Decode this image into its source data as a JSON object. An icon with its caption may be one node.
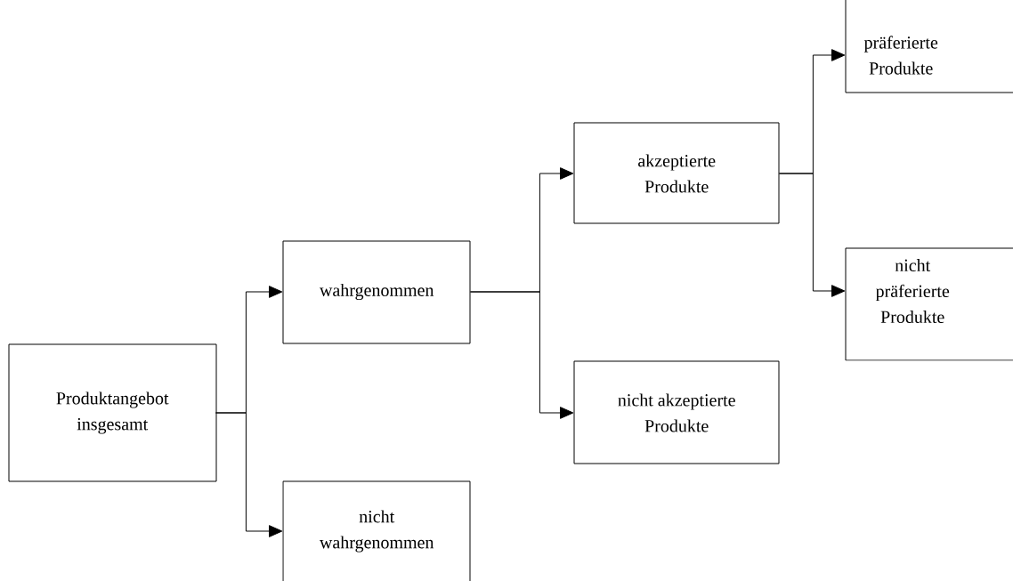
{
  "diagram": {
    "nodes": [
      {
        "text": [
          "Produktangebot insgesamt"
        ]
      },
      {
        "text": [
          "wahrgenommen"
        ]
      },
      {
        "text": [
          "nicht wahrgenommen"
        ]
      },
      {
        "text": [
          "akzeptierte Produkte"
        ]
      },
      {
        "text": [
          "nicht akzeptierte Produkte"
        ]
      },
      {
        "text": [
          "präferierte Produkte"
        ]
      },
      {
        "text": [
          "nicht präferierte Produkte"
        ]
      }
    ],
    "edges": [
      {
        "from": 0,
        "to": 1,
        "arrow": "to"
      },
      {
        "from": 0,
        "to": 2,
        "arrow": "to"
      },
      {
        "from": 1,
        "to": 3,
        "arrow": "to"
      },
      {
        "from": 1,
        "to": 4,
        "arrow": "to"
      },
      {
        "from": 3,
        "to": 5,
        "arrow": "to"
      },
      {
        "from": 3,
        "to": 6,
        "arrow": "to"
      }
    ]
  }
}
